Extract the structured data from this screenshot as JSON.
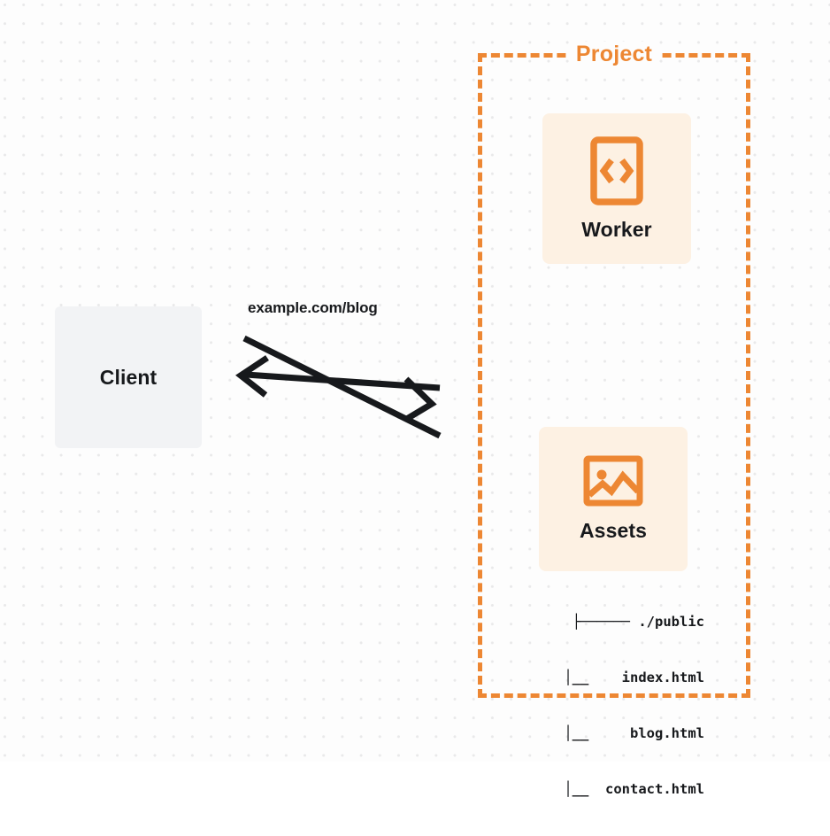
{
  "diagram": {
    "type": "architecture-diagram",
    "background": "dotted-grid",
    "colors": {
      "accent_orange": "#ed8733",
      "box_cream": "#fdf1e3",
      "box_grey": "#f2f3f5",
      "text_dark": "#17191c",
      "grid_dot": "#e9e9ea",
      "canvas": "#fdfdfd"
    }
  },
  "client": {
    "label": "Client"
  },
  "connector": {
    "label": "example.com/blog",
    "request_direction": "right",
    "response_direction": "left"
  },
  "project": {
    "title": "Project",
    "border_style": "dashed",
    "nodes": [
      {
        "id": "worker",
        "label": "Worker",
        "icon": "code-brackets-icon"
      },
      {
        "id": "assets",
        "label": "Assets",
        "icon": "image-icon"
      }
    ]
  },
  "file_tree": {
    "rows": [
      {
        "prefix": "├─────",
        "name": "./public"
      },
      {
        "prefix": " │__ ",
        "name": "index.html"
      },
      {
        "prefix": " │__ ",
        "name": "blog.html"
      },
      {
        "prefix": " │__ ",
        "name": "contact.html"
      }
    ],
    "lines": [
      "├────── ./public",
      "   │__    index.html",
      "   │__     blog.html",
      "   │__  contact.html"
    ]
  }
}
